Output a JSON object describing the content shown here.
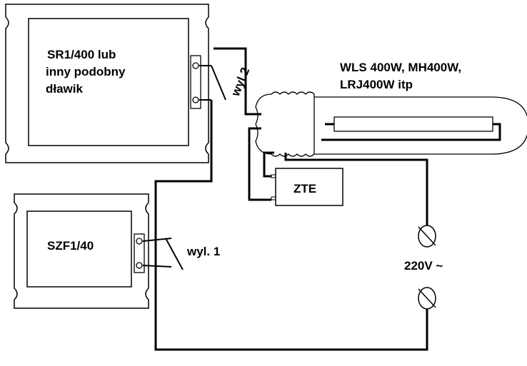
{
  "diagram": {
    "ballast_label": [
      "SR1/400 lub",
      "inny podobny",
      "dławik"
    ],
    "capacitor_label": "SZF1/40",
    "lamp_label": [
      "WLS 400W, MH400W,",
      "LRJ400W itp"
    ],
    "igniter_label": "ZTE",
    "switch1_label": "wyl. 1",
    "switch2_label": "wyl.2",
    "supply_label": "220V ~"
  },
  "colors": {
    "line": "#000000",
    "background": "#ffffff"
  }
}
